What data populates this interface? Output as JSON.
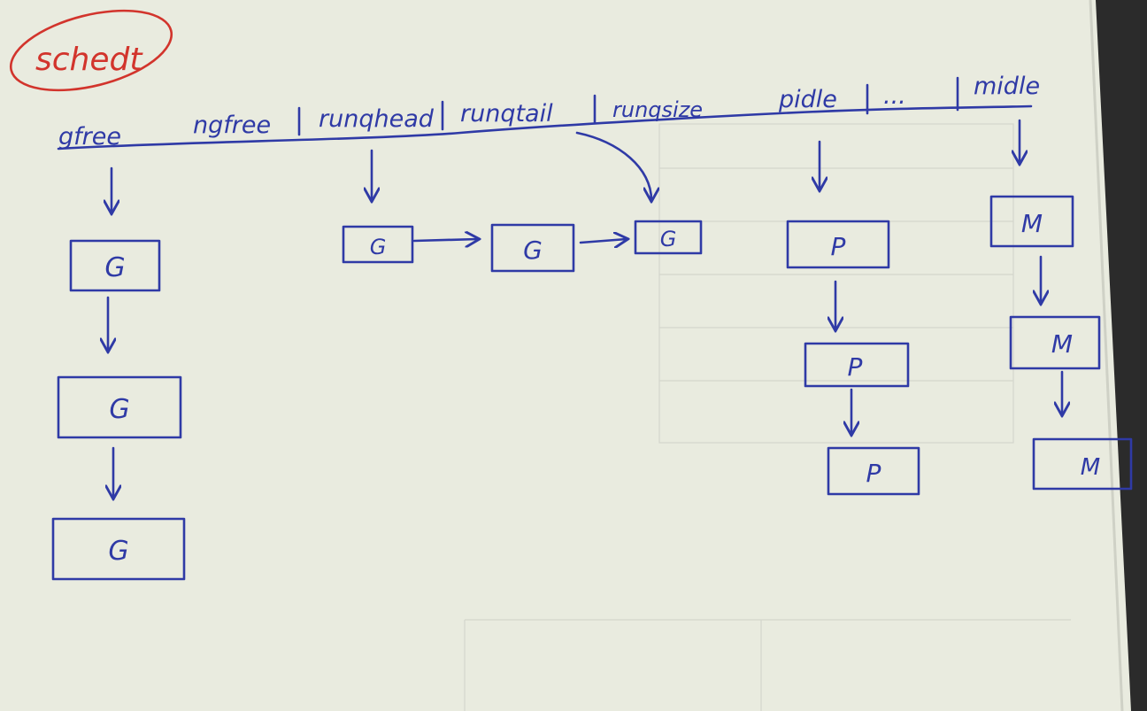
{
  "title": "schedt",
  "fields": [
    "gfree",
    "ngfree",
    "runqhead",
    "runqtail",
    "runqsize",
    "pidle",
    "...",
    "midle"
  ],
  "node_labels": {
    "g": "G",
    "p": "P",
    "m": "M"
  },
  "lists": {
    "gfree": [
      "G",
      "G",
      "G"
    ],
    "runq": [
      "G",
      "G",
      "G"
    ],
    "pidle": [
      "P",
      "P",
      "P"
    ],
    "midle": [
      "M",
      "M",
      "M"
    ]
  },
  "colors": {
    "ink": "#2f3aa6",
    "title_ink": "#d2342c",
    "paper": "#e9ebdf"
  }
}
